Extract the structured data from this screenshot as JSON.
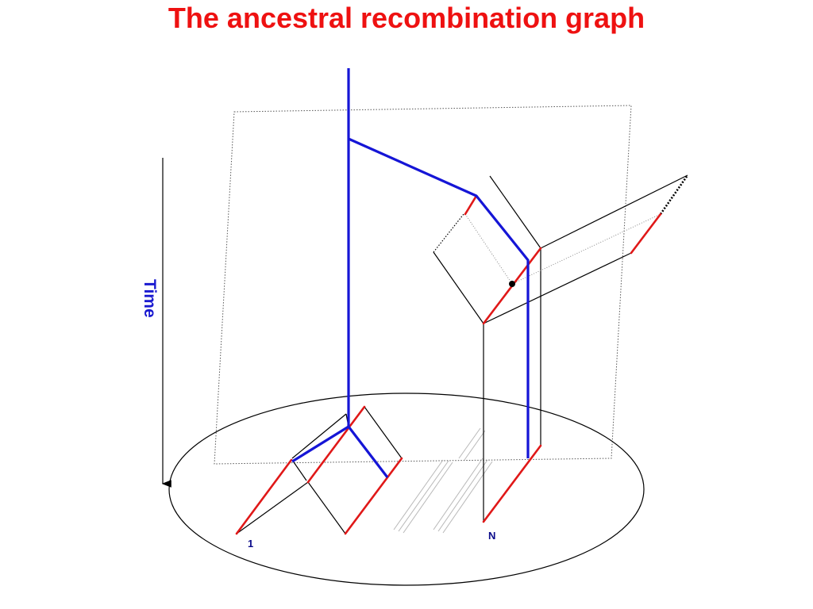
{
  "title": "The ancestral recombination graph",
  "time_axis": {
    "label": "Time"
  },
  "leaves": {
    "first": "1",
    "last": "N"
  },
  "colors": {
    "title": "#ee1111",
    "time_label": "#1a1ad0",
    "lineage_blue": "#1515d6",
    "segment_red": "#e01818",
    "outline": "#000000",
    "dotted_plane": "#555555",
    "faint_lines": "#b8b8b8",
    "leaf_label": "#0a0a8a"
  }
}
